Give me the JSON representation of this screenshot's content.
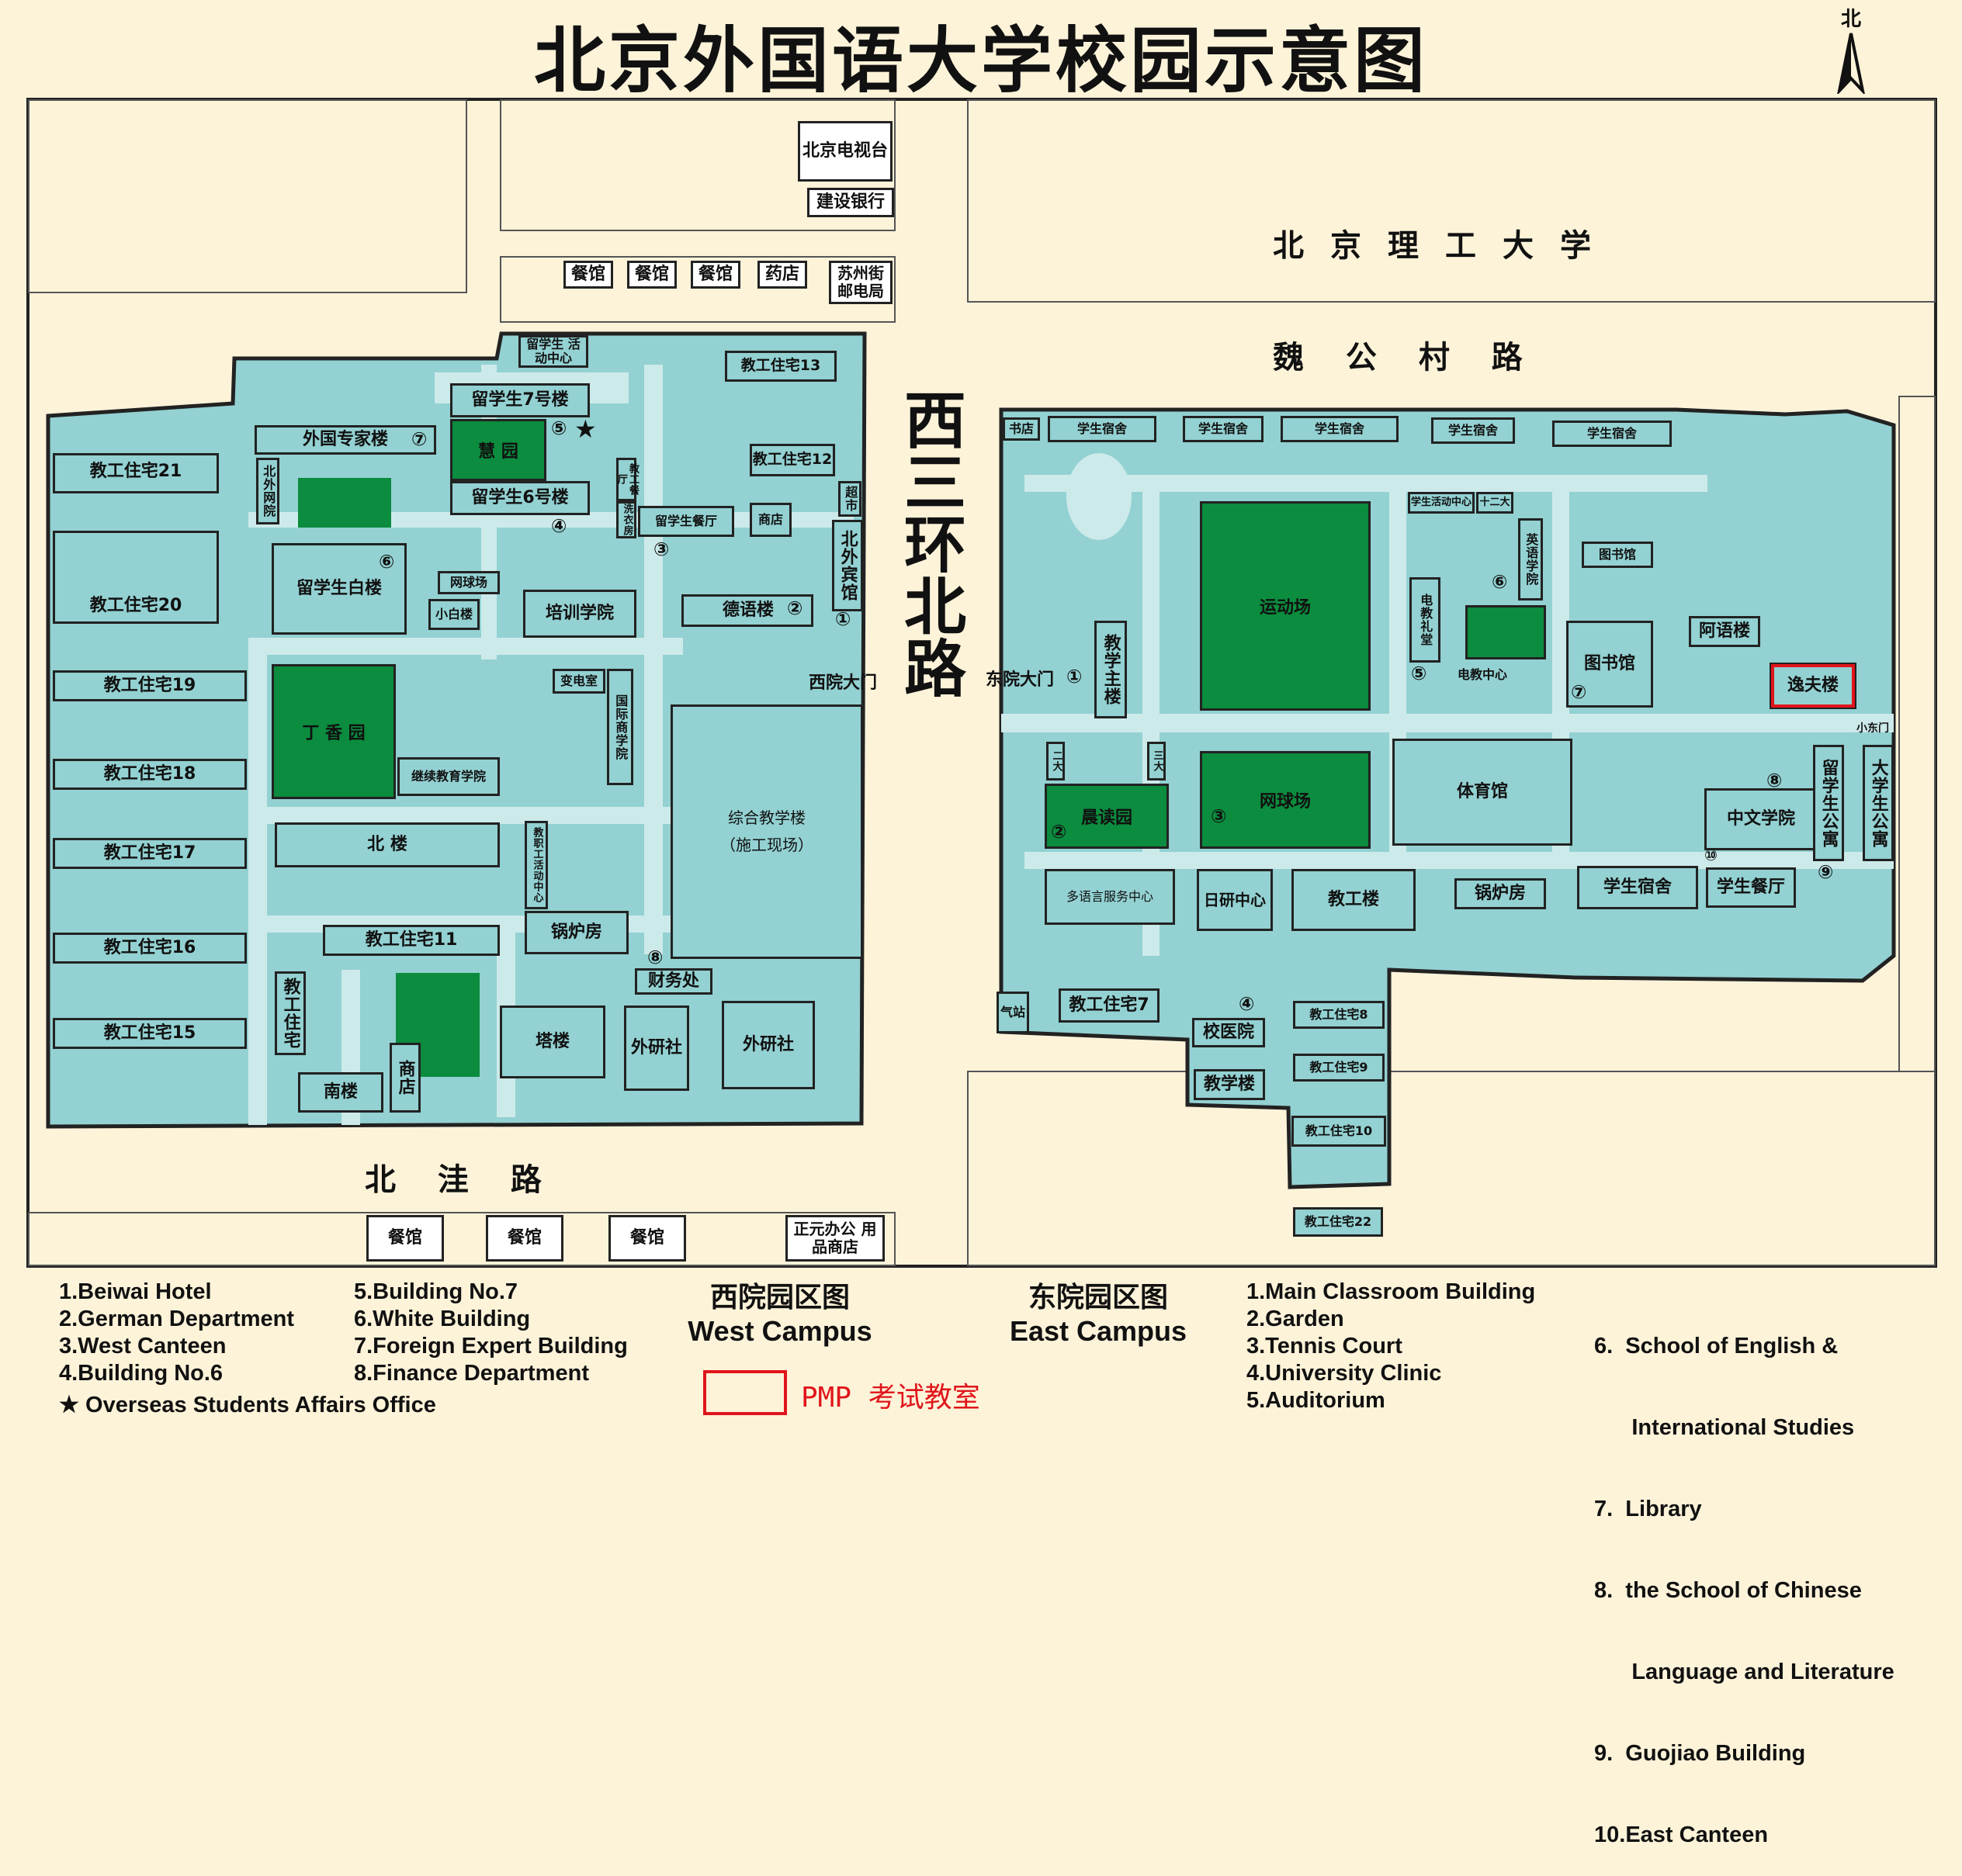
{
  "title": "北京外国语大学校园示意图",
  "north": {
    "label": "北"
  },
  "roads": {
    "west_third_ring": "西三环北路",
    "weigongcun": "魏 公 村 路",
    "beiwa": "北 洼 路"
  },
  "neighbors": {
    "bit": "北京理工大学",
    "btv": "北京电视台",
    "ccb": "建设银行",
    "canteen": "餐馆",
    "pharmacy": "药店",
    "post": "苏州街 邮电局",
    "office_store": "正元办公 用品商店"
  },
  "west": {
    "intl_activity": "留学生 活动中心",
    "staff13": "教工住宅13",
    "intl7": "留学生7号楼",
    "huiyuan": "慧 园",
    "intl6": "留学生6号楼",
    "expert": "外国专家楼",
    "staff21": "教工住宅21",
    "beiwai_net": "北外网院",
    "staff12": "教工住宅12",
    "supermarket": "超市",
    "hotel": "北外宾馆",
    "staff_canteen": "教工餐厅",
    "laundry": "洗衣房",
    "intl_canteen": "留学生餐厅",
    "shop": "商店",
    "white": "留学生白楼",
    "tennis": "网球场",
    "small_white": "小白楼",
    "training": "培训学院",
    "german": "德语楼",
    "staff20": "教工住宅20",
    "west_gate": "西院大门",
    "staff19": "教工住宅19",
    "dingxiang": "丁 香 园",
    "substation": "变电室",
    "business": "国际商学院",
    "staff18": "教工住宅18",
    "continuing": "继续教育学院",
    "complex": "综合教学楼",
    "construction": "（施工现场）",
    "staff17": "教工住宅17",
    "north": "北 楼",
    "activity": "教职工活动中心",
    "staff16": "教工住宅16",
    "staff11": "教工住宅11",
    "boiler": "锅炉房",
    "finance": "财务处",
    "staff15": "教工住宅15",
    "staff_res": "教工住宅",
    "shop2": "商店",
    "tower": "塔楼",
    "fltrp1": "外研社",
    "fltrp2": "外研社",
    "south": "南楼"
  },
  "east": {
    "bookstore": "书店",
    "dorm": "学生宿舍",
    "stadium": "运动场",
    "activity": "学生活动中心",
    "twelve": "十二大",
    "english": "英语学院",
    "library": "图书馆",
    "east_gate": "东院大门",
    "main": "教学主楼",
    "auditorium": "电教礼堂",
    "av_center": "电教中心",
    "arabic": "阿语楼",
    "yifu": "逸夫楼",
    "small_east_gate": "小东门",
    "er_da": "二大",
    "san_da": "三大",
    "tennis": "网球场",
    "gym": "体育馆",
    "chenduyuan": "晨读园",
    "chinese": "中文学院",
    "intl_apt": "留学生公寓",
    "univ_apt": "大学生公寓",
    "lang_center": "多语言服务中心",
    "japan": "日研中心",
    "teaching": "教工楼",
    "boiler": "锅炉房",
    "student_canteen": "学生餐厅",
    "gas": "气站",
    "staff7": "教工住宅7",
    "clinic": "校医院",
    "staff8": "教工住宅8",
    "staff9": "教工住宅9",
    "classroom": "教学楼",
    "staff10": "教工住宅10",
    "staff22": "教工住宅22"
  },
  "circles": {
    "c1": "①",
    "c2": "②",
    "c3": "③",
    "c4": "④",
    "c5": "⑤",
    "c6": "⑥",
    "c7": "⑦",
    "c8": "⑧",
    "c9": "⑨",
    "c10": "⑩"
  },
  "campus_titles": {
    "west_cn": "西院园区图",
    "west_en": "West Campus",
    "east_cn": "东院园区图",
    "east_en": "East Campus"
  },
  "legend_west": [
    "1.Beiwai Hotel",
    "2.German Department",
    "3.West Canteen",
    "4.Building No.6",
    "5.Building No.7",
    "6.White Building",
    "7.Foreign Expert Building",
    "8.Finance Department",
    "★ Overseas Students Affairs Office"
  ],
  "legend_east": [
    "1.Main Classroom Building",
    "2.Garden",
    "3.Tennis Court",
    "4.University Clinic",
    "5.Auditorium",
    "6.  School of English &",
    "      International Studies",
    "7.  Library",
    "8.  the School of Chinese",
    "      Language and Literature",
    "9.  Guojiao Building",
    "10.East Canteen"
  ],
  "pmp": {
    "label": "PMP 考试教室",
    "color": "#e0151b"
  },
  "star": "★"
}
